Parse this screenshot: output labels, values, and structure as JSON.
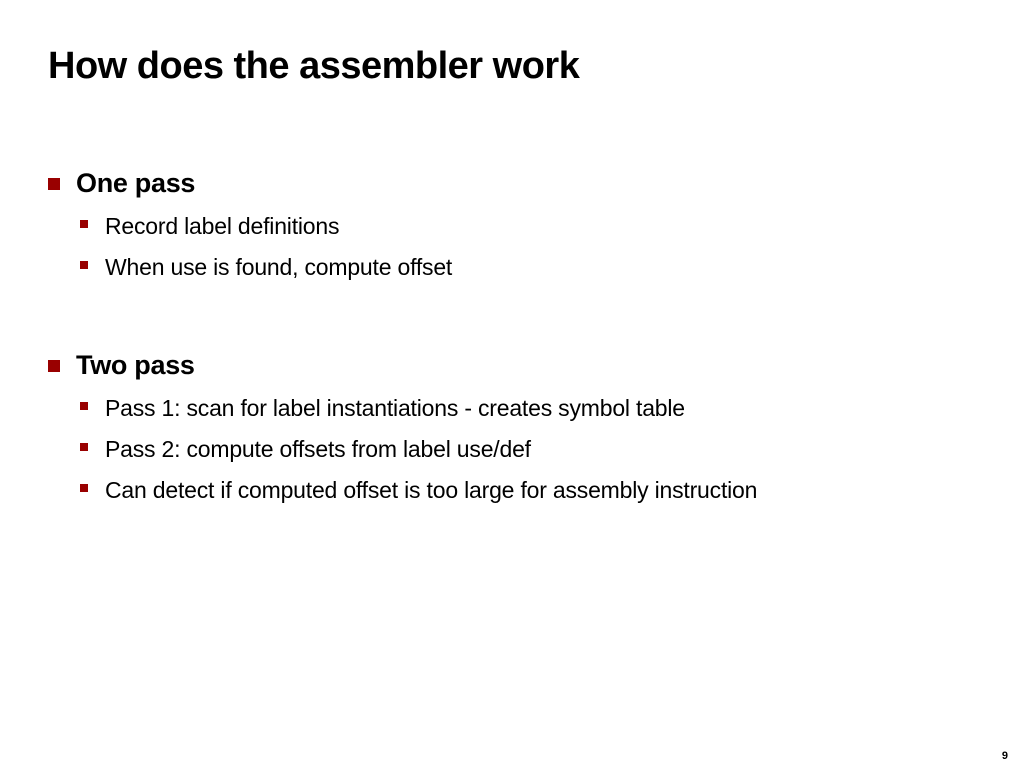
{
  "slide": {
    "title": "How does the assembler work",
    "page_number": "9",
    "accent_color": "#990000"
  },
  "sections": [
    {
      "heading": "One pass",
      "items": [
        "Record label definitions",
        "When use is found, compute offset"
      ]
    },
    {
      "heading": "Two pass",
      "items": [
        "Pass 1: scan for label instantiations - creates symbol table",
        "Pass 2: compute offsets from label use/def",
        "Can detect if computed offset is too large for assembly instruction"
      ]
    }
  ],
  "icons": {
    "level1_bullet": "square-bullet-icon",
    "level2_bullet": "small-square-bullet-icon"
  }
}
